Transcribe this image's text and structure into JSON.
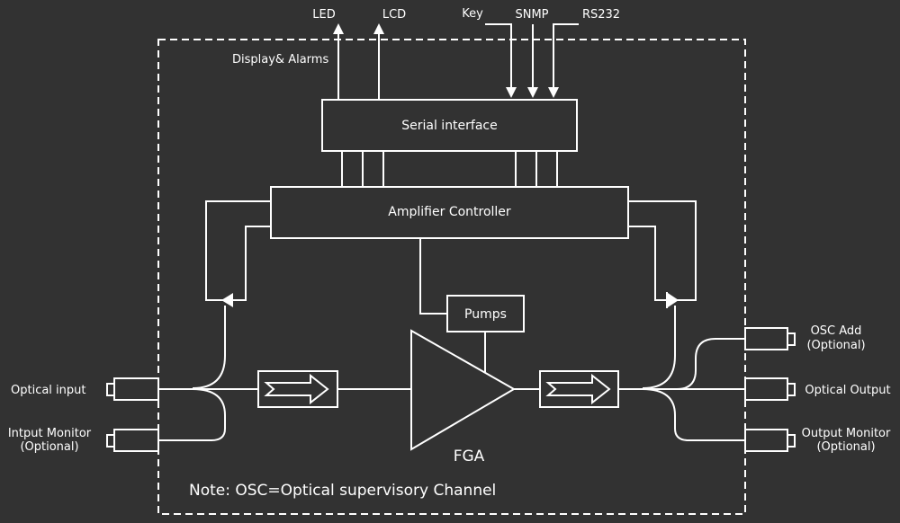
{
  "top_labels": {
    "led": "LED",
    "lcd": "LCD",
    "key": "Key",
    "snmp": "SNMP",
    "rs232": "RS232",
    "display_alarms": "Display& Alarms"
  },
  "blocks": {
    "serial_interface": "Serial interface",
    "amplifier_controller": "Amplifier Controller",
    "pumps": "Pumps",
    "fga": "FGA"
  },
  "ports": {
    "optical_input": "Optical input",
    "input_monitor": [
      "Intput Monitor",
      "(Optional)"
    ],
    "osc_add": [
      "OSC Add",
      "(Optional)"
    ],
    "optical_output": "Optical Output",
    "output_monitor": [
      "Output Monitor",
      "(Optional)"
    ]
  },
  "note": "Note: OSC=Optical supervisory Channel",
  "colors": {
    "background": "#323232",
    "foreground": "#ffffff"
  }
}
